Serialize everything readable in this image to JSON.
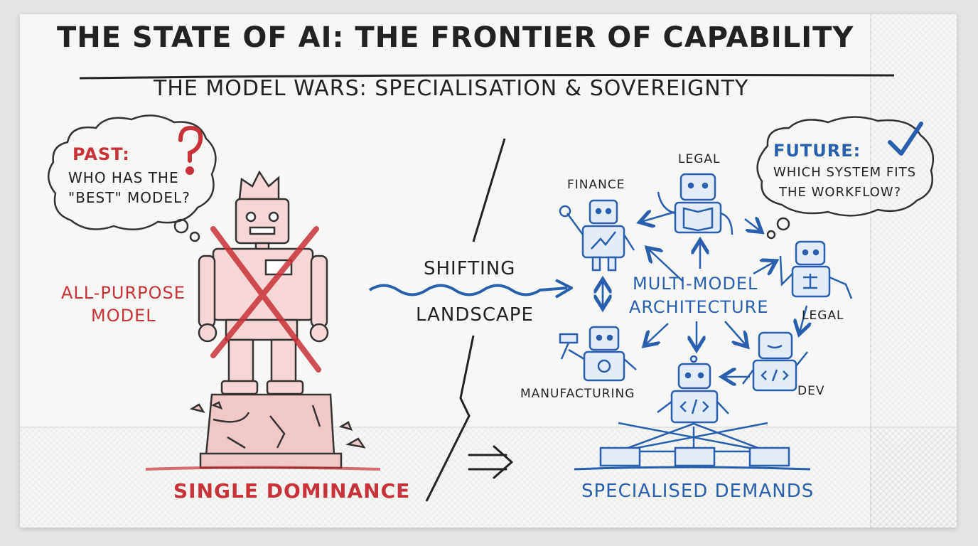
{
  "title": "THE STATE OF AI: THE FRONTIER OF CAPABILITY",
  "subtitle": "THE MODEL WARS: SPECIALISATION & SOVEREIGNTY",
  "past": {
    "heading": "PAST:",
    "line1": "WHO HAS THE",
    "line2": "\"BEST\" MODEL?"
  },
  "left": {
    "model_line1": "ALL-PURPOSE",
    "model_line2": "MODEL",
    "caption": "SINGLE DOMINANCE"
  },
  "middle": {
    "line1": "SHIFTING",
    "line2": "LANDSCAPE"
  },
  "future": {
    "heading": "FUTURE:",
    "line1": "WHICH SYSTEM FITS",
    "line2": "THE WORKFLOW?"
  },
  "right": {
    "center_line1": "MULTI-MODEL",
    "center_line2": "ARCHITECTURE",
    "labels": {
      "finance": "FINANCE",
      "legal_top": "LEGAL",
      "legal_right": "LEGAL",
      "manufacturing": "MANUFACTURING",
      "dev": "DEV"
    },
    "caption": "SPECIALISED DEMANDS"
  },
  "colors": {
    "red": "#c8323a",
    "blue": "#2a5fae",
    "ink": "#222222"
  }
}
